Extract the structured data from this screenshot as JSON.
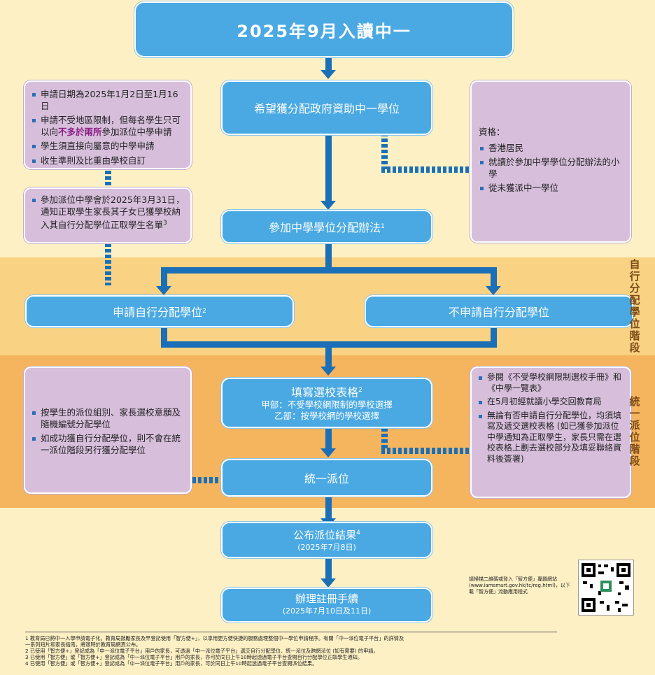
{
  "title": "2025年9月入讀中一",
  "boxes": {
    "hope": "希望獲分配政府資助中一學位",
    "join": "參加中學學位分配辦法",
    "join_sup": "1",
    "apply_dp": "申請自行分配學位",
    "apply_dp_sup": "2",
    "not_apply_dp": "不申請自行分配學位",
    "fill_form": "填寫選校表格",
    "fill_form_sup": "2",
    "part_a": "甲部：不受學校網限制的學校選擇",
    "part_b": "乙部：按學校網的學校選擇",
    "cp": "統一派位",
    "announce": "公布派位結果",
    "announce_sup": "4",
    "announce_date": "(2025年7月8日)",
    "register": "辦理註冊手續",
    "register_date": "(2025年7月10日及11日)"
  },
  "left_note1": [
    "申請日期為2025年1月2日至1月16日",
    "申請不受地區限制，但每名學生只可以向",
    "學生須直接向屬意的中學申請",
    "收生準則及比重由學校自訂"
  ],
  "left_note1_highlight": "不多於兩所",
  "left_note1_tail": "參加派位中學申請",
  "left_note2": "參加派位中學會於2025年3月31日，通知正取學生家長其子女已獲學校納入其自行分配學位正取學生名單",
  "left_note2_sup": "3",
  "right_note1_head": "資格：",
  "right_note1": [
    "香港居民",
    "就讀於參加中學學位分配辦法的小學",
    "從未獲派中一學位"
  ],
  "left_note3": [
    "按學生的派位組別、家長選校意願及隨機編號分配學位",
    "如成功獲自行分配學位，則不會在統一派位階段另行獲分配學位"
  ],
  "right_note2": [
    "參閱《不受學校網限制選校手冊》和《中學一覽表》",
    "在5月初經就讀小學交回教育局",
    "無論有否申請自行分配學位，均須填寫及遞交選校表格 (如已獲參加派位中學通知為正取學生，家長只需在選校表格上劃去選校部分及填妥聯絡資料後簽署)"
  ],
  "stage1": "自行分配學位階段",
  "stage2": "統一派位階段",
  "qr_text": "請掃描二維碼或登入「智方便」專題網站 (www.iamsmart.gov.hk/tc/reg.html)，以下載「智方便」流動應用程式",
  "footnotes": [
    "1 教育局已將中一入學申請電子化。教育局鼓勵家長及早登記使用「智方便+」，以享用更方便快捷的服務處理整個中一學位申請程序。有關「中一派位電子平台」的詳情及",
    "   一系列短片和家長指南，將適時於教育局網頁公布。",
    "2 已使用「智方便+」登記成為「中一派位電子平台」用戶的家長，可透過「中一派位電子平台」遞交自行分配學位、統一派位及跨網派位 (如有需要) 的申請。",
    "3 已使用「智方便」或「智方便+」登記成為「中一派位電子平台」用戶的家長，亦可於同日上午10時起透過電子平台查閱自行分配學位正取學生通知。",
    "4 已使用「智方便」或「智方便+」登記成為「中一派位電子平台」用戶的家長，可於同日上午10時起透過電子平台查閱派位結果。"
  ],
  "colors": {
    "box_blue": "#4aa9e2",
    "line_blue": "#1b6fb6",
    "note_purple": "#d7bfdc",
    "bg": "#fdf0c4",
    "band1": "#f9d283",
    "band2": "#f5b45e"
  }
}
